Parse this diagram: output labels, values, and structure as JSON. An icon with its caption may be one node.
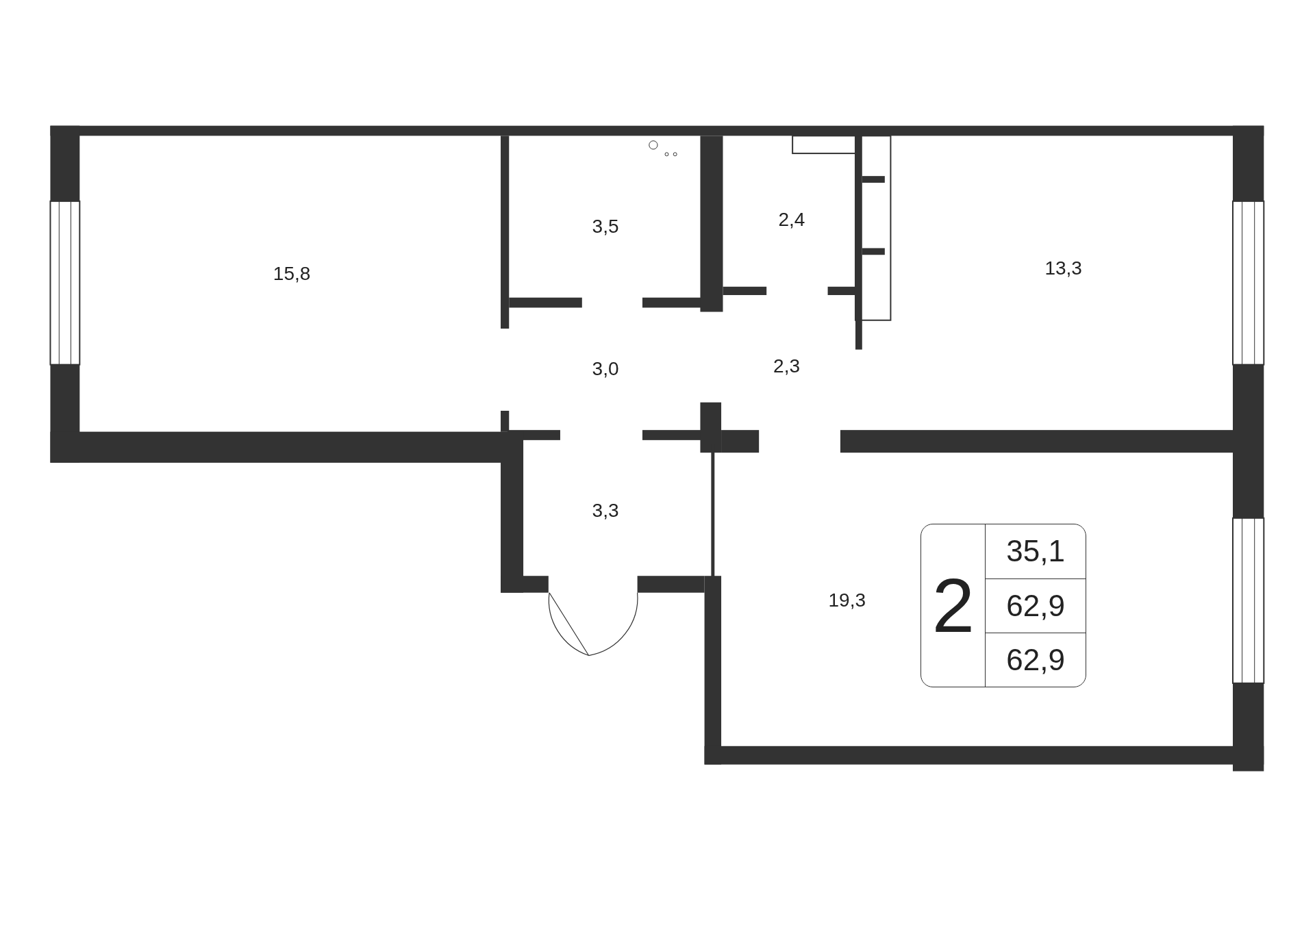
{
  "diagram": {
    "nodes": [
      {
        "text": [
          "2",
          "35,1",
          "62,9",
          "62,9"
        ]
      }
    ],
    "labels": [
      "15,8",
      "3,5",
      "2,4",
      "13,3",
      "3,0",
      "2,3",
      "3,3",
      "19,3"
    ]
  }
}
